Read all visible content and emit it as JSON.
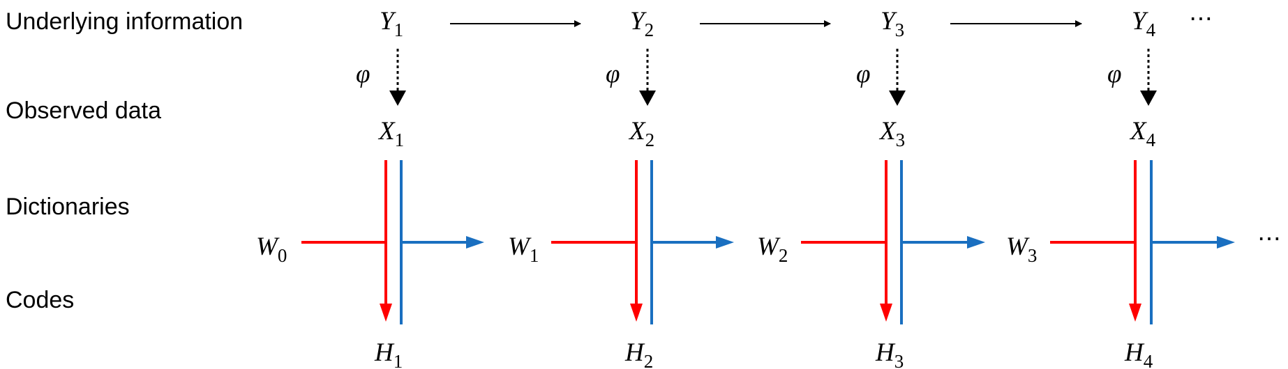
{
  "row_labels": {
    "underlying": "Underlying information",
    "observed": "Observed data",
    "dictionaries": "Dictionaries",
    "codes": "Codes"
  },
  "phi_symbol": "φ",
  "ellipsis": "⋯",
  "y_nodes": [
    {
      "letter": "Y",
      "sub": "1"
    },
    {
      "letter": "Y",
      "sub": "2"
    },
    {
      "letter": "Y",
      "sub": "3"
    },
    {
      "letter": "Y",
      "sub": "4"
    }
  ],
  "x_nodes": [
    {
      "letter": "X",
      "sub": "1"
    },
    {
      "letter": "X",
      "sub": "2"
    },
    {
      "letter": "X",
      "sub": "3"
    },
    {
      "letter": "X",
      "sub": "4"
    }
  ],
  "w_nodes": [
    {
      "letter": "W",
      "sub": "0"
    },
    {
      "letter": "W",
      "sub": "1"
    },
    {
      "letter": "W",
      "sub": "2"
    },
    {
      "letter": "W",
      "sub": "3"
    }
  ],
  "h_nodes": [
    {
      "letter": "H",
      "sub": "1"
    },
    {
      "letter": "H",
      "sub": "2"
    },
    {
      "letter": "H",
      "sub": "3"
    },
    {
      "letter": "H",
      "sub": "4"
    }
  ],
  "colors": {
    "red": "#ff0000",
    "blue": "#1a6fc0",
    "black": "#000000"
  }
}
